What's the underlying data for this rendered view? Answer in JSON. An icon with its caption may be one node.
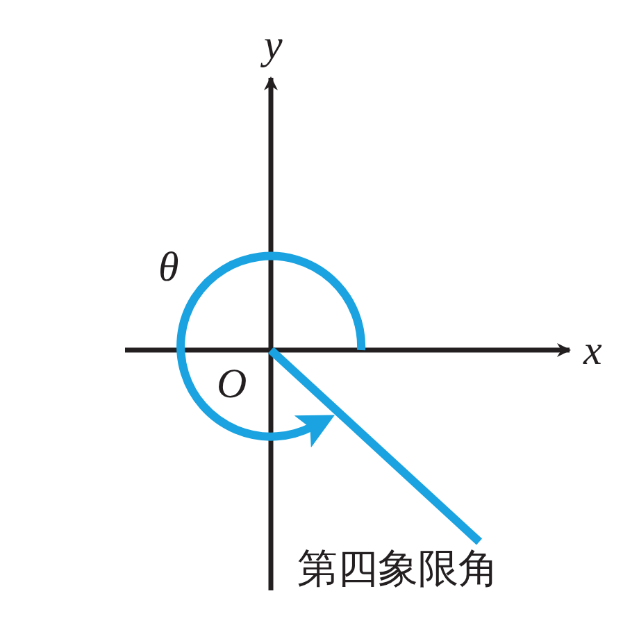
{
  "diagram": {
    "labels": [
      "y",
      "θ",
      "x",
      "O",
      "第四象限角"
    ]
  }
}
